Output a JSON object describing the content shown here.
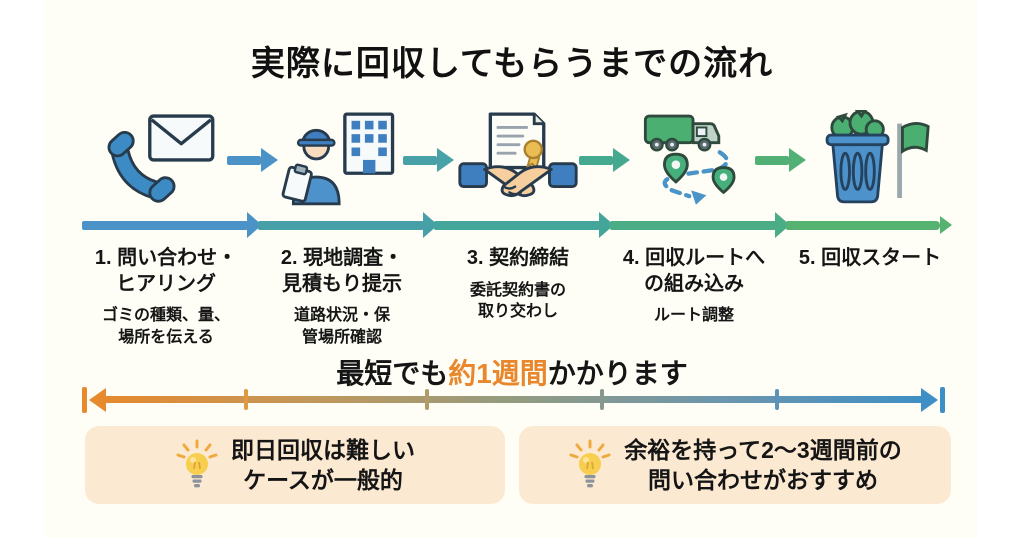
{
  "title": "実際に回収してもらうまでの流れ",
  "steps": [
    {
      "icon": "phone-mail-icon",
      "label": "1. 問い合わせ・\nヒアリング",
      "note": "ゴミの種類、量、\n場所を伝える"
    },
    {
      "icon": "site-survey-worker-icon",
      "label": "2. 現地調査・\n見積もり提示",
      "note": "道路状況・保\n管場所確認"
    },
    {
      "icon": "contract-handshake-icon",
      "label": "3. 契約締結",
      "note": "委託契約書の\n取り交わし"
    },
    {
      "icon": "garbage-truck-route-icon",
      "label": "4. 回収ルートへ\nの組み込み",
      "note": "ルート調整"
    },
    {
      "icon": "trash-bin-flag-icon",
      "label": "5. 回収スタート",
      "note": ""
    }
  ],
  "timeline": {
    "prefix": "最短でも",
    "highlight": "約1週間",
    "suffix": "かかります",
    "highlight_color": "#e8872b",
    "gradient_start_color": "#e7892d",
    "gradient_end_color": "#3e8fc5"
  },
  "notes": [
    {
      "icon": "lightbulb-icon",
      "text": "即日回収は難しい\nケースが一般的"
    },
    {
      "icon": "lightbulb-icon",
      "text": "余裕を持って2〜3週間前の\n問い合わせがおすすめ"
    }
  ],
  "colors": {
    "note_box_bg": "#fbe9d2",
    "flow_segment_colors": [
      "#4b93c7",
      "#47a0a8",
      "#44a69a",
      "#4aad85",
      "#55b271"
    ],
    "text_color": "#151515"
  }
}
